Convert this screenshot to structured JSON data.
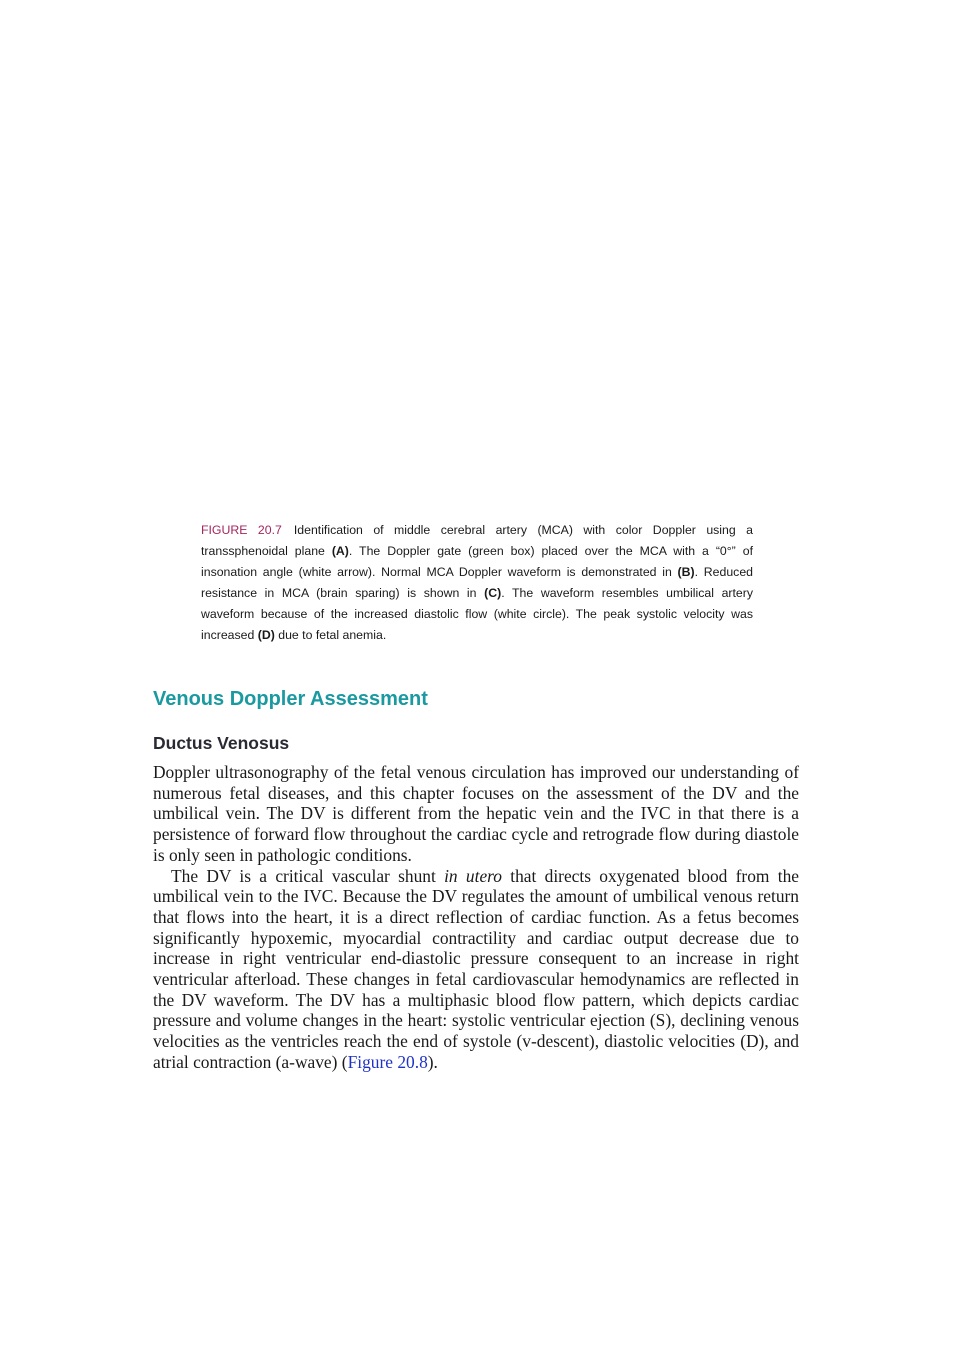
{
  "figure_caption": {
    "label": "FIGURE 20.7",
    "parts": [
      {
        "t": "Identification of middle cerebral artery (MCA) with color Doppler using a transsphenoidal plane ",
        "b": false
      },
      {
        "t": "(A)",
        "b": true
      },
      {
        "t": ". The Doppler gate (green box) placed over the MCA with a “0°” of insonation angle (white arrow). Normal MCA Doppler waveform is demonstrated in ",
        "b": false
      },
      {
        "t": "(B)",
        "b": true
      },
      {
        "t": ". Reduced resistance in MCA (brain sparing) is shown in ",
        "b": false
      },
      {
        "t": "(C)",
        "b": true
      },
      {
        "t": ". The waveform resembles umbilical artery waveform because of the increased diastolic flow (white circle). The peak systolic velocity was increased ",
        "b": false
      },
      {
        "t": "(D)",
        "b": true
      },
      {
        "t": " due to fetal anemia.",
        "b": false
      }
    ]
  },
  "section": {
    "heading": "Venous Doppler Assessment",
    "subheading": "Ductus Venosus",
    "paragraph1": "Doppler ultrasonography of the fetal venous circulation has improved our understanding of numerous fetal diseases, and this chapter focuses on the assessment of the DV and the umbilical vein. The DV is different from the hepatic vein and the IVC in that there is a persistence of forward flow throughout the cardiac cycle and retrograde flow during diastole is only seen in pathologic conditions.",
    "paragraph2_before_italic": "The DV is a critical vascular shunt ",
    "paragraph2_italic": "in utero",
    "paragraph2_after_italic": " that directs oxygenated blood from the umbilical vein to the IVC. Because the DV regulates the amount of umbilical venous return that flows into the heart, it is a direct reflection of cardiac function. As a fetus becomes significantly hypoxemic, myocardial contractility and cardiac output decrease due to increase in right ventricular end-diastolic pressure consequent to an increase in right ventricular afterload. These changes in fetal cardiovascular hemodynamics are reflected in the DV waveform. The DV has a multiphasic blood flow pattern, which depicts cardiac pressure and volume changes in the heart: systolic ventricular ejection (S), declining venous velocities as the ventricles reach the end of systole (v-descent), diastolic velocities (D), and atrial contraction (a-wave) (",
    "paragraph2_link": "Figure 20.8",
    "paragraph2_end": ")."
  },
  "colors": {
    "figure_label": "#a3265f",
    "section_heading": "#1a9aa0",
    "subheading": "#2a2a35",
    "cross_reference": "#1f32c8"
  }
}
